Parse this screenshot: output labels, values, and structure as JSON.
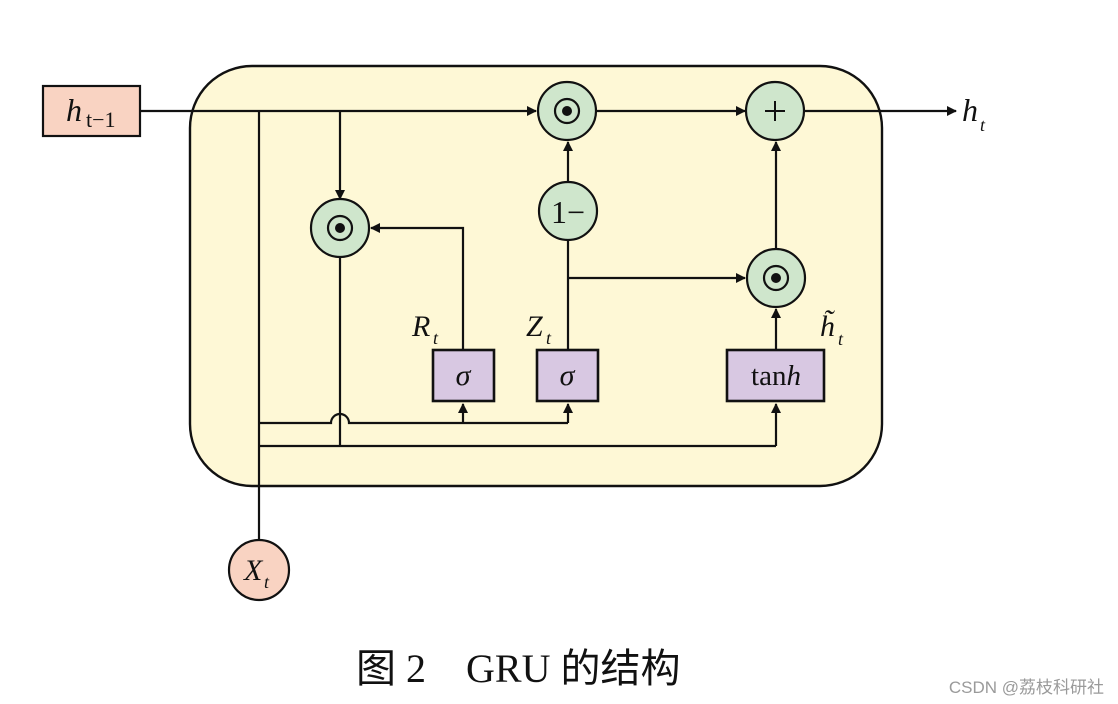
{
  "diagram": {
    "title": "GRU cell structure",
    "inputs": {
      "prev_hidden": {
        "base": "h",
        "sub": "t−1"
      },
      "input": {
        "base": "X",
        "sub": "t"
      }
    },
    "output": {
      "base": "h",
      "sub": "t"
    },
    "operators": {
      "reset_mult": "⊙",
      "update_mult_top": "⊙",
      "one_minus": "1−",
      "candidate_mult": "⊙",
      "sum": "+"
    },
    "gates": {
      "reset": {
        "label": "σ",
        "name_base": "R",
        "name_sub": "t"
      },
      "update": {
        "label": "σ",
        "name_base": "Z",
        "name_sub": "t"
      },
      "candidate": {
        "label_roman": "tan",
        "label_italic": "h",
        "name_base": "h̃",
        "name_sub": "t"
      }
    },
    "colors": {
      "cell_background": "#fef8d6",
      "operator_fill": "#cfe6cc",
      "io_fill": "#f9d3c2",
      "gate_fill": "#d8c8e2"
    }
  },
  "caption": "图 2    GRU 的结构",
  "watermark": "CSDN @荔枝科研社"
}
